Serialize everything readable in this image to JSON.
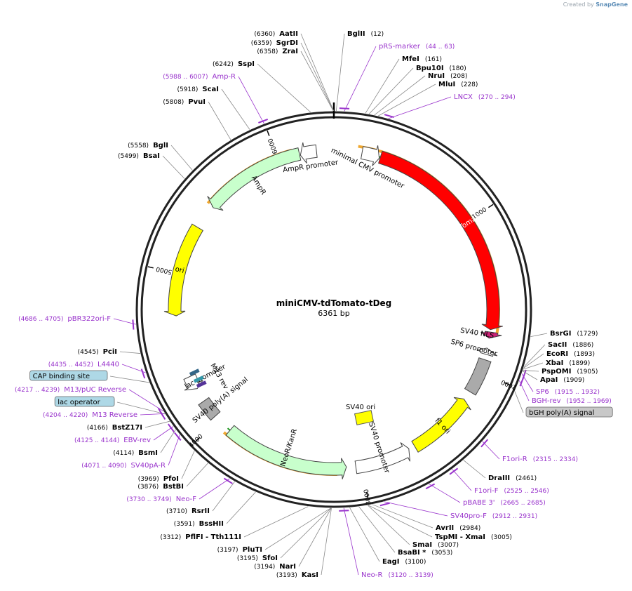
{
  "watermark": {
    "prefix": "Created by",
    "brand": "SnapGene"
  },
  "plasmid": {
    "name": "miniCMV-tdTomato-tDeg",
    "size_label": "6361 bp",
    "length": 6361
  },
  "colors": {
    "enzyme": "#000000",
    "primer": "#9933cc",
    "leader": "#888888",
    "orf": "#ff0000",
    "orf_light": "#c8ffcc",
    "promoter_fill": "#ffffff",
    "yellow": "#ffff00",
    "grey": "#aaaaaa",
    "nls": "#cc2277",
    "orange": "#f0a830",
    "green": "#229922",
    "blue_box": "#aed8e6"
  },
  "ticks": [
    {
      "pos": 1000,
      "label": "1000"
    },
    {
      "pos": 2000,
      "label": "2000"
    },
    {
      "pos": 3000,
      "label": "3000"
    },
    {
      "pos": 4000,
      "label": "4000"
    },
    {
      "pos": 5000,
      "label": "5000"
    },
    {
      "pos": 6000,
      "label": "6000"
    }
  ],
  "features": [
    {
      "name": "tdTomato",
      "start": 300,
      "end": 1720,
      "dir": 1,
      "ring": "r1",
      "color": "#ff0000",
      "label": "tdTomato",
      "label_color": "#ffffff"
    },
    {
      "name": "minimal-cmv-promoter",
      "start": 180,
      "end": 295,
      "dir": 1,
      "ring": "r1",
      "color": "#ffffff",
      "label": "minimal CMV promoter",
      "label_color": "#000000"
    },
    {
      "name": "sv40-nls",
      "start": 1735,
      "end": 1775,
      "dir": 1,
      "ring": "r1",
      "color": "#cc2277",
      "label": "SV40 NLS",
      "label_color": "#000000"
    },
    {
      "name": "bgh-poly-a",
      "start": 1915,
      "end": 2140,
      "dir": 0,
      "ring": "r1",
      "color": "#aaaaaa",
      "label": "",
      "label_color": "#000000"
    },
    {
      "name": "sp6-promoter",
      "start": 1840,
      "end": 1880,
      "dir": -1,
      "ring": "r1",
      "color": "#ffffff",
      "label": "SP6 promoter",
      "label_color": "#000000"
    },
    {
      "name": "f1-ori",
      "start": 2200,
      "end": 2640,
      "dir": -1,
      "ring": "r1",
      "color": "#ffff00",
      "label": "f1 ori",
      "label_color": "#000000"
    },
    {
      "name": "sv40-promoter",
      "start": 2680,
      "end": 3040,
      "dir": -1,
      "ring": "r1",
      "color": "#ffffff",
      "label": "SV40 promoter",
      "label_color": "#000000"
    },
    {
      "name": "neor-kanr",
      "start": 3100,
      "end": 3900,
      "dir": -1,
      "ring": "r1",
      "color": "#c8ffcc",
      "label": "NeoR/KanR",
      "label_color": "#000000"
    },
    {
      "name": "sv40-poly-a",
      "start": 4030,
      "end": 4150,
      "dir": 0,
      "ring": "r1",
      "color": "#aaaaaa",
      "label": "SV40 poly(A) signal",
      "label_color": "#000000"
    },
    {
      "name": "lac-promoter",
      "start": 4240,
      "end": 4330,
      "dir": -1,
      "ring": "r1",
      "color": "#ffffff",
      "label": "lac promoter",
      "label_color": "#000000"
    },
    {
      "name": "ori",
      "start": 4730,
      "end": 5320,
      "dir": -1,
      "ring": "r1",
      "color": "#ffff00",
      "label": "ori",
      "label_color": "#000000"
    },
    {
      "name": "ampr",
      "start": 5480,
      "end": 6140,
      "dir": -1,
      "ring": "r1",
      "color": "#c8ffcc",
      "label": "AmpR",
      "label_color": "#000000"
    },
    {
      "name": "ampr-promoter",
      "start": 6145,
      "end": 6250,
      "dir": -1,
      "ring": "r1",
      "color": "#ffffff",
      "label": "AmpR promoter",
      "label_color": "#000000"
    }
  ],
  "inner_labels": [
    {
      "text": "SV40 ori",
      "name": "sv40-ori-label"
    },
    {
      "text": "M13 rev",
      "name": "m13-rev-label"
    }
  ],
  "outer_arcs": [
    {
      "name": "orange-arc-1",
      "start": 150,
      "end": 1740,
      "color": "#f0a830"
    },
    {
      "name": "green-arc-1",
      "start": 205,
      "end": 1090,
      "color": "#229922"
    },
    {
      "name": "green-arc-neo",
      "start": 3160,
      "end": 3920,
      "color": "#229922"
    },
    {
      "name": "orange-arc-neo",
      "start": 3160,
      "end": 3920,
      "color": "#f0a830"
    },
    {
      "name": "green-arc-amp",
      "start": 5480,
      "end": 6100,
      "color": "#229922"
    },
    {
      "name": "orange-arc-amp",
      "start": 5480,
      "end": 6100,
      "color": "#f0a830"
    }
  ],
  "labels": [
    {
      "pos": "(6360)",
      "name": "AatII",
      "kind": "enzyme",
      "site": 6360
    },
    {
      "pos": "(6359)",
      "name": "SgrDI",
      "kind": "enzyme",
      "site": 6359
    },
    {
      "pos": "(6358)",
      "name": "ZraI",
      "kind": "enzyme",
      "site": 6358
    },
    {
      "pos": "(6242)",
      "name": "SspI",
      "kind": "enzyme",
      "site": 6242
    },
    {
      "pos": "(5988 .. 6007)",
      "name": "Amp-R",
      "kind": "primer",
      "site": 5997
    },
    {
      "pos": "(5918)",
      "name": "ScaI",
      "kind": "enzyme",
      "site": 5918
    },
    {
      "pos": "(5808)",
      "name": "PvuI",
      "kind": "enzyme",
      "site": 5808
    },
    {
      "pos": "(5558)",
      "name": "BglI",
      "kind": "enzyme",
      "site": 5558
    },
    {
      "pos": "(5499)",
      "name": "BsaI",
      "kind": "enzyme",
      "site": 5499
    },
    {
      "pos": "(4686 .. 4705)",
      "name": "pBR322ori-F",
      "kind": "primer",
      "site": 4695
    },
    {
      "pos": "(4545)",
      "name": "PciI",
      "kind": "enzyme",
      "site": 4545
    },
    {
      "pos": "(4435 .. 4452)",
      "name": "L4440",
      "kind": "primer",
      "site": 4443
    },
    {
      "pos": "",
      "name": "CAP binding site",
      "kind": "box",
      "site": 4390
    },
    {
      "pos": "(4217 .. 4239)",
      "name": "M13/pUC Reverse",
      "kind": "primer",
      "site": 4228
    },
    {
      "pos": "",
      "name": "lac operator",
      "kind": "box",
      "site": 4210
    },
    {
      "pos": "(4204 .. 4220)",
      "name": "M13 Reverse",
      "kind": "primer",
      "site": 4212
    },
    {
      "pos": "(4166)",
      "name": "BstZ17I",
      "kind": "enzyme",
      "site": 4166
    },
    {
      "pos": "(4125 .. 4144)",
      "name": "EBV-rev",
      "kind": "primer",
      "site": 4134
    },
    {
      "pos": "(4114)",
      "name": "BsmI",
      "kind": "enzyme",
      "site": 4114
    },
    {
      "pos": "(4071 .. 4090)",
      "name": "SV40pA-R",
      "kind": "primer",
      "site": 4080
    },
    {
      "pos": "(3969)",
      "name": "PfoI",
      "kind": "enzyme",
      "site": 3969
    },
    {
      "pos": "(3876)",
      "name": "BstBI",
      "kind": "enzyme",
      "site": 3876
    },
    {
      "pos": "(3730 .. 3749)",
      "name": "Neo-F",
      "kind": "primer",
      "site": 3740
    },
    {
      "pos": "(3710)",
      "name": "RsrII",
      "kind": "enzyme",
      "site": 3710
    },
    {
      "pos": "(3591)",
      "name": "BssHII",
      "kind": "enzyme",
      "site": 3591
    },
    {
      "pos": "(3312)",
      "name": "PflFI - Tth111I",
      "kind": "enzyme",
      "site": 3312
    },
    {
      "pos": "(3197)",
      "name": "PluTI",
      "kind": "enzyme",
      "site": 3197
    },
    {
      "pos": "(3195)",
      "name": "SfoI",
      "kind": "enzyme",
      "site": 3195
    },
    {
      "pos": "(3194)",
      "name": "NarI",
      "kind": "enzyme",
      "site": 3194
    },
    {
      "pos": "(3193)",
      "name": "KasI",
      "kind": "enzyme",
      "site": 3193
    },
    {
      "pos": "(3120 .. 3139)",
      "name": "Neo-R",
      "kind": "primer",
      "site": 3130
    },
    {
      "pos": "(3100)",
      "name": "EagI",
      "kind": "enzyme",
      "site": 3100
    },
    {
      "pos": "(3053)",
      "name": "BsaBI *",
      "kind": "enzyme",
      "site": 3053
    },
    {
      "pos": "(3007)",
      "name": "SmaI",
      "kind": "enzyme",
      "site": 3007
    },
    {
      "pos": "(3005)",
      "name": "TspMI - XmaI",
      "kind": "enzyme",
      "site": 3005
    },
    {
      "pos": "(2984)",
      "name": "AvrII",
      "kind": "enzyme",
      "site": 2984
    },
    {
      "pos": "(2912 .. 2931)",
      "name": "SV40pro-F",
      "kind": "primer",
      "site": 2921
    },
    {
      "pos": "(2665 .. 2685)",
      "name": "pBABE 3'",
      "kind": "primer",
      "site": 2675
    },
    {
      "pos": "(2525 .. 2546)",
      "name": "F1ori-F",
      "kind": "primer",
      "site": 2535
    },
    {
      "pos": "(2461)",
      "name": "DraIII",
      "kind": "enzyme",
      "site": 2461
    },
    {
      "pos": "(2315 .. 2334)",
      "name": "F1ori-R",
      "kind": "primer",
      "site": 2325
    },
    {
      "pos": "",
      "name": "bGH poly(A) signal",
      "kind": "box",
      "site": 2020
    },
    {
      "pos": "(1952 .. 1969)",
      "name": "BGH-rev",
      "kind": "primer",
      "site": 1960
    },
    {
      "pos": "(1915 .. 1932)",
      "name": "SP6",
      "kind": "primer",
      "site": 1923
    },
    {
      "pos": "(1909)",
      "name": "ApaI",
      "kind": "enzyme",
      "site": 1909
    },
    {
      "pos": "(1905)",
      "name": "PspOMI",
      "kind": "enzyme",
      "site": 1905
    },
    {
      "pos": "(1899)",
      "name": "XbaI",
      "kind": "enzyme",
      "site": 1899
    },
    {
      "pos": "(1893)",
      "name": "EcoRI",
      "kind": "enzyme",
      "site": 1893
    },
    {
      "pos": "(1886)",
      "name": "SacII",
      "kind": "enzyme",
      "site": 1886
    },
    {
      "pos": "(1729)",
      "name": "BsrGI",
      "kind": "enzyme",
      "site": 1729
    },
    {
      "pos": "(12)",
      "name": "BglII",
      "kind": "enzyme",
      "site": 12
    },
    {
      "pos": "(44 .. 63)",
      "name": "pRS-marker",
      "kind": "primer",
      "site": 53
    },
    {
      "pos": "(161)",
      "name": "MfeI",
      "kind": "enzyme",
      "site": 161
    },
    {
      "pos": "(180)",
      "name": "Bpu10I",
      "kind": "enzyme",
      "site": 180
    },
    {
      "pos": "(208)",
      "name": "NruI",
      "kind": "enzyme",
      "site": 208
    },
    {
      "pos": "(228)",
      "name": "MluI",
      "kind": "enzyme",
      "site": 228
    },
    {
      "pos": "(270 .. 294)",
      "name": "LNCX",
      "kind": "primer",
      "site": 282
    }
  ]
}
